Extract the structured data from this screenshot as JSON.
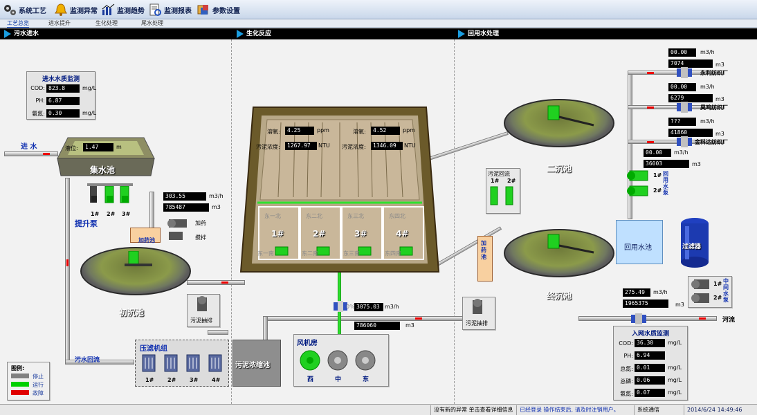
{
  "toolbar": {
    "buttons": [
      {
        "label": "系统工艺"
      },
      {
        "label": "监测异常"
      },
      {
        "label": "监测趋势"
      },
      {
        "label": "监测报表"
      },
      {
        "label": "参数设置"
      }
    ]
  },
  "subtabs": [
    "工艺总览",
    "进水提升",
    "生化处理",
    "尾水处理"
  ],
  "sections": [
    "污水进水",
    "生化反应",
    "回用水处理"
  ],
  "inlet_quality": {
    "title": "进水水质监测",
    "rows": [
      {
        "label": "COD:",
        "value": "823.8",
        "unit": "mg/L"
      },
      {
        "label": "PH:",
        "value": "6.87",
        "unit": ""
      },
      {
        "label": "氨氮:",
        "value": "0.30",
        "unit": "mg/L"
      }
    ]
  },
  "inflow_label": "进  水",
  "collection_tank": {
    "name": "集水池",
    "level_label": "液位:",
    "level_value": "1.47",
    "level_unit": "m"
  },
  "lift_pumps": {
    "label": "提升泵",
    "ids": [
      "1#",
      "2#",
      "3#"
    ]
  },
  "lift_flow": {
    "rate": "303.55",
    "rate_unit": "m3/h",
    "total": "785487",
    "total_unit": "m3"
  },
  "dosing": {
    "tank_label": "加药池",
    "pump_label": "加药",
    "mixer_label": "搅拌"
  },
  "primary_clarifier": {
    "name": "初沉池"
  },
  "sludge_pump_left": {
    "label": "污泥抽排"
  },
  "sludge_pump_right": {
    "label": "污泥抽排"
  },
  "return_flow_label": "污水回流",
  "filter_press": {
    "title": "压滤机组",
    "ids": [
      "1#",
      "2#",
      "3#",
      "4#"
    ]
  },
  "sludge_thickener": {
    "name": "污泥浓缩池"
  },
  "bio_tank": {
    "do_left_label": "溶氧:",
    "do_left_value": "4.25",
    "do_unit": "ppm",
    "mlss_left_label": "污泥浓度:",
    "mlss_left_value": "1267.97",
    "mlss_unit": "NTU",
    "do_right_label": "溶氧:",
    "do_right_value": "4.52",
    "mlss_right_label": "污泥浓度:",
    "mlss_right_value": "1346.09",
    "cells": [
      "1#",
      "2#",
      "3#",
      "4#"
    ],
    "cell_tags_top": [
      "东一北",
      "东二北",
      "东三北",
      "东四北"
    ],
    "cell_tags_bottom": [
      "东一南",
      "东二南",
      "东三南",
      "东四南"
    ]
  },
  "air_flow": {
    "label": "0%",
    "rate": "3075.03",
    "rate_unit": "m3/h",
    "total": "786060",
    "total_unit": "m3"
  },
  "blower_room": {
    "title": "风机房",
    "units": [
      "西",
      "中",
      "东"
    ]
  },
  "sludge_return": {
    "label": "污泥回流",
    "ids": [
      "1#",
      "2#"
    ]
  },
  "secondary_clarifier": {
    "name": "二沉池"
  },
  "final_clarifier": {
    "name": "终沉池"
  },
  "dosing_right": {
    "label": "加药池"
  },
  "recycle_pool": {
    "name": "回用水池"
  },
  "filter": {
    "name": "过滤器"
  },
  "recycle_pumps": {
    "label": "回用水泵",
    "ids": [
      "1#",
      "2#"
    ]
  },
  "mid_pumps": {
    "label": "中间水泵",
    "ids": [
      "1#",
      "2#"
    ]
  },
  "customers": [
    {
      "name": "永利纺织厂",
      "rate": "00.00",
      "total": "7074"
    },
    {
      "name": "昊鸣纺织厂",
      "rate": "00.00",
      "total": "6279"
    },
    {
      "name": "金科达纺织厂",
      "rate": "???",
      "total": "41860"
    }
  ],
  "recycle_flow": {
    "rate": "00.00",
    "rate_unit": "m3/h",
    "total": "36003",
    "total_unit": "m3"
  },
  "units": {
    "rate": "m3/h",
    "total": "m3"
  },
  "outlet_flow": {
    "rate": "275.49",
    "rate_unit": "m3/h",
    "total": "1965375",
    "total_unit": "m3"
  },
  "river_label": "河流",
  "outlet_quality": {
    "title": "入网水质监测",
    "rows": [
      {
        "label": "COD:",
        "value": "36.30",
        "unit": "mg/L"
      },
      {
        "label": "PH:",
        "value": "6.94",
        "unit": ""
      },
      {
        "label": "总氮:",
        "value": "0.01",
        "unit": "mg/L"
      },
      {
        "label": "总磷:",
        "value": "0.06",
        "unit": "mg/L"
      },
      {
        "label": "氨氮:",
        "value": "0.07",
        "unit": "mg/L"
      }
    ]
  },
  "legend": {
    "title": "图例:",
    "items": [
      {
        "label": "停止",
        "color": "#808080"
      },
      {
        "label": "运行",
        "color": "#00d000"
      },
      {
        "label": "故障",
        "color": "#e00000"
      }
    ]
  },
  "status_bar": {
    "alarm_msg": "没有新的异常 单击查看详细信息",
    "user_msg": "已经登录 操作结束后, 请及时注销用户。",
    "comm": "系统通信",
    "datetime": "2014/6/24 14:49:46"
  },
  "colors": {
    "running": "#22cc22",
    "stopped": "#808080",
    "fault": "#e00000",
    "pipe_flow": "#e00000",
    "air": "#2ee02e"
  }
}
